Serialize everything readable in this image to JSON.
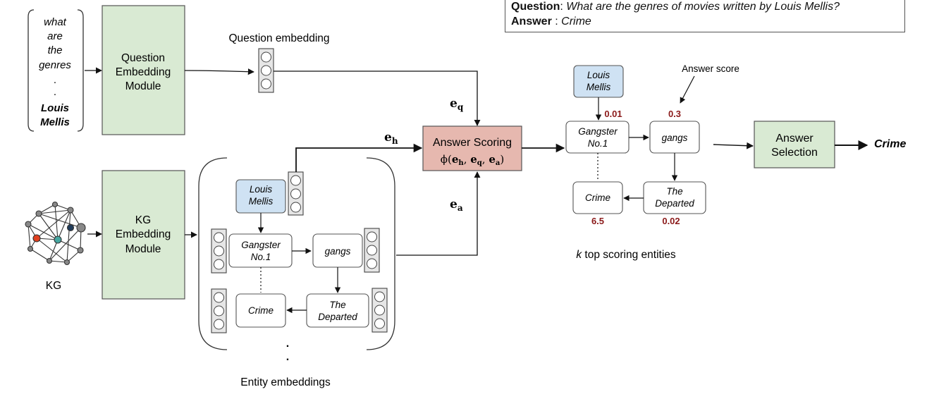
{
  "qa": {
    "question_label": "Question",
    "question_text": "What are the genres of movies written by Louis Mellis?",
    "answer_label": "Answer",
    "answer_sep": " : ",
    "answer_text": "Crime"
  },
  "question_words": [
    "what",
    "are",
    "the",
    "genres",
    ".",
    ".",
    "Louis",
    "Mellis"
  ],
  "modules": {
    "question_embedding": [
      "Question",
      "Embedding",
      "Module"
    ],
    "kg_embedding": [
      "KG",
      "Embedding",
      "Module"
    ],
    "answer_selection": [
      "Answer",
      "Selection"
    ]
  },
  "labels": {
    "question_embedding": "Question embedding",
    "kg": "KG",
    "entity_embeddings": "Entity embeddings",
    "answer_score": "Answer score",
    "k_italic": "k",
    "top_scoring": " top scoring entities",
    "final_answer": "Crime",
    "vdots": ".\n."
  },
  "scoring": {
    "title": "Answer Scoring",
    "formula": "ϕ(eₕ, e_q, eₐ)",
    "eq": "e",
    "eq_sub": "q",
    "eh": "e",
    "eh_sub": "h",
    "ea": "e",
    "ea_sub": "a"
  },
  "entities": {
    "head": [
      "Louis",
      "Mellis"
    ],
    "gangster": [
      "Gangster",
      "No.1"
    ],
    "gangs": [
      "gangs"
    ],
    "crime": [
      "Crime"
    ],
    "departed": [
      "The",
      "Departed"
    ]
  },
  "scores": {
    "gangster": "0.01",
    "gangs": "0.3",
    "crime": "6.5",
    "departed": "0.02"
  },
  "colors": {
    "module_fill": "#d9ead3",
    "module_stroke": "#555555",
    "scoring_fill": "#e6b8af",
    "head_fill": "#cfe2f3",
    "score_red": "#8b1a1a",
    "kg_red": "#e0401f",
    "kg_teal": "#45a6a0",
    "kg_navy": "#1f3b5a"
  }
}
